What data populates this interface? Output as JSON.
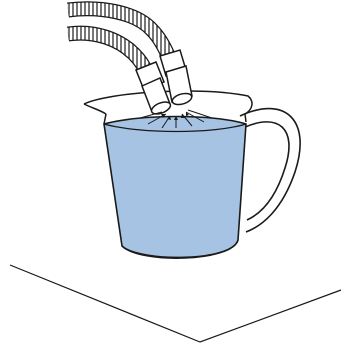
{
  "illustration": {
    "subject": "measuring-jug-with-suction-hoses",
    "colors": {
      "background": "#ffffff",
      "outline": "#1a1a1a",
      "water": "#a7c3e4",
      "water_shade": "#8fb0d8",
      "glass": "#ffffff",
      "hose": "#ffffff"
    },
    "elements": {
      "surface": "table-surface",
      "jug": "measuring-jug",
      "handle": "jug-handle",
      "water": "water",
      "hoses": [
        "corrugated-hose-upper",
        "corrugated-hose-lower"
      ],
      "nozzles": [
        "nozzle-left",
        "nozzle-right"
      ],
      "flow_arrows": "flow-arrows"
    }
  }
}
